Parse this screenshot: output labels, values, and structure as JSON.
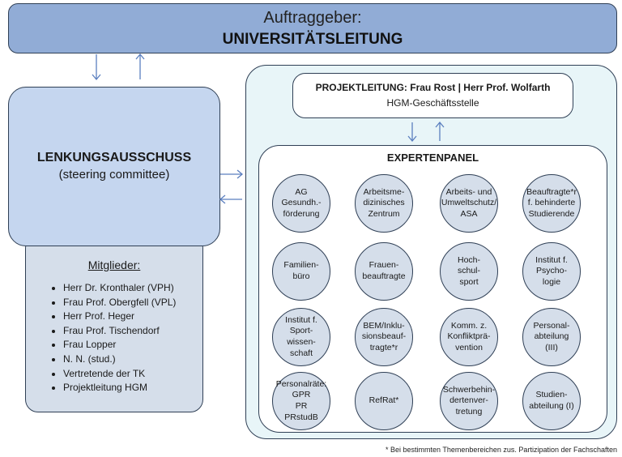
{
  "auftraggeber": {
    "line1": "Auftraggeber:",
    "line2": "UNIVERSITÄTSLEITUNG"
  },
  "lenkung": {
    "title": "LENKUNGSAUSSCHUSS",
    "subtitle": "(steering committee)"
  },
  "members": {
    "heading": "Mitglieder:",
    "items": [
      "Herr Dr. Kronthaler (VPH)",
      "Frau Prof. Obergfell (VPL)",
      "Herr Prof. Heger",
      "Frau Prof. Tischendorf",
      "Frau Lopper",
      "N. N. (stud.)",
      "Vertretende der TK",
      "Projektleitung HGM"
    ]
  },
  "projektleitung": {
    "line1": "PROJEKTLEITUNG: Frau Rost | Herr Prof. Wolfarth",
    "line2": "HGM-Geschäftsstelle"
  },
  "expertenpanel": {
    "title": "EXPERTENPANEL",
    "members": [
      "AG\nGesundh.-\nförderung",
      "Arbeitsme-\ndizinisches\nZentrum",
      "Arbeits- und\nUmweltschutz/\nASA",
      "Beauftragte*r\nf. behinderte\nStudierende",
      "Familien-\nbüro",
      "Frauen-\nbeauftragte",
      "Hoch-\nschul-\nsport",
      "Institut f.\nPsycho-\nlogie",
      "Institut f.\nSport-\nwissen-\nschaft",
      "BEM/Inklu-\nsionsbeauf-\ntragte*r",
      "Komm. z.\nKonfliktprä-\nvention",
      "Personal-\nabteilung\n(III)",
      "Personalräte:\nGPR\nPR\nPRstudB",
      "RefRat*",
      "Schwerbehin-\ndertenver-\ntretung",
      "Studien-\nabteilung (I)"
    ]
  },
  "footnote": "* Bei bestimmten Themenbereichen zus. Partizipation der Fachschaften",
  "colors": {
    "banner": "#91acd6",
    "lenkung": "#c5d6ef",
    "members_box": "#d5deea",
    "outer_region": "#e8f5f8",
    "circle": "#d5deea",
    "arrow": "#5b7fbf",
    "border": "#2f3f55"
  }
}
